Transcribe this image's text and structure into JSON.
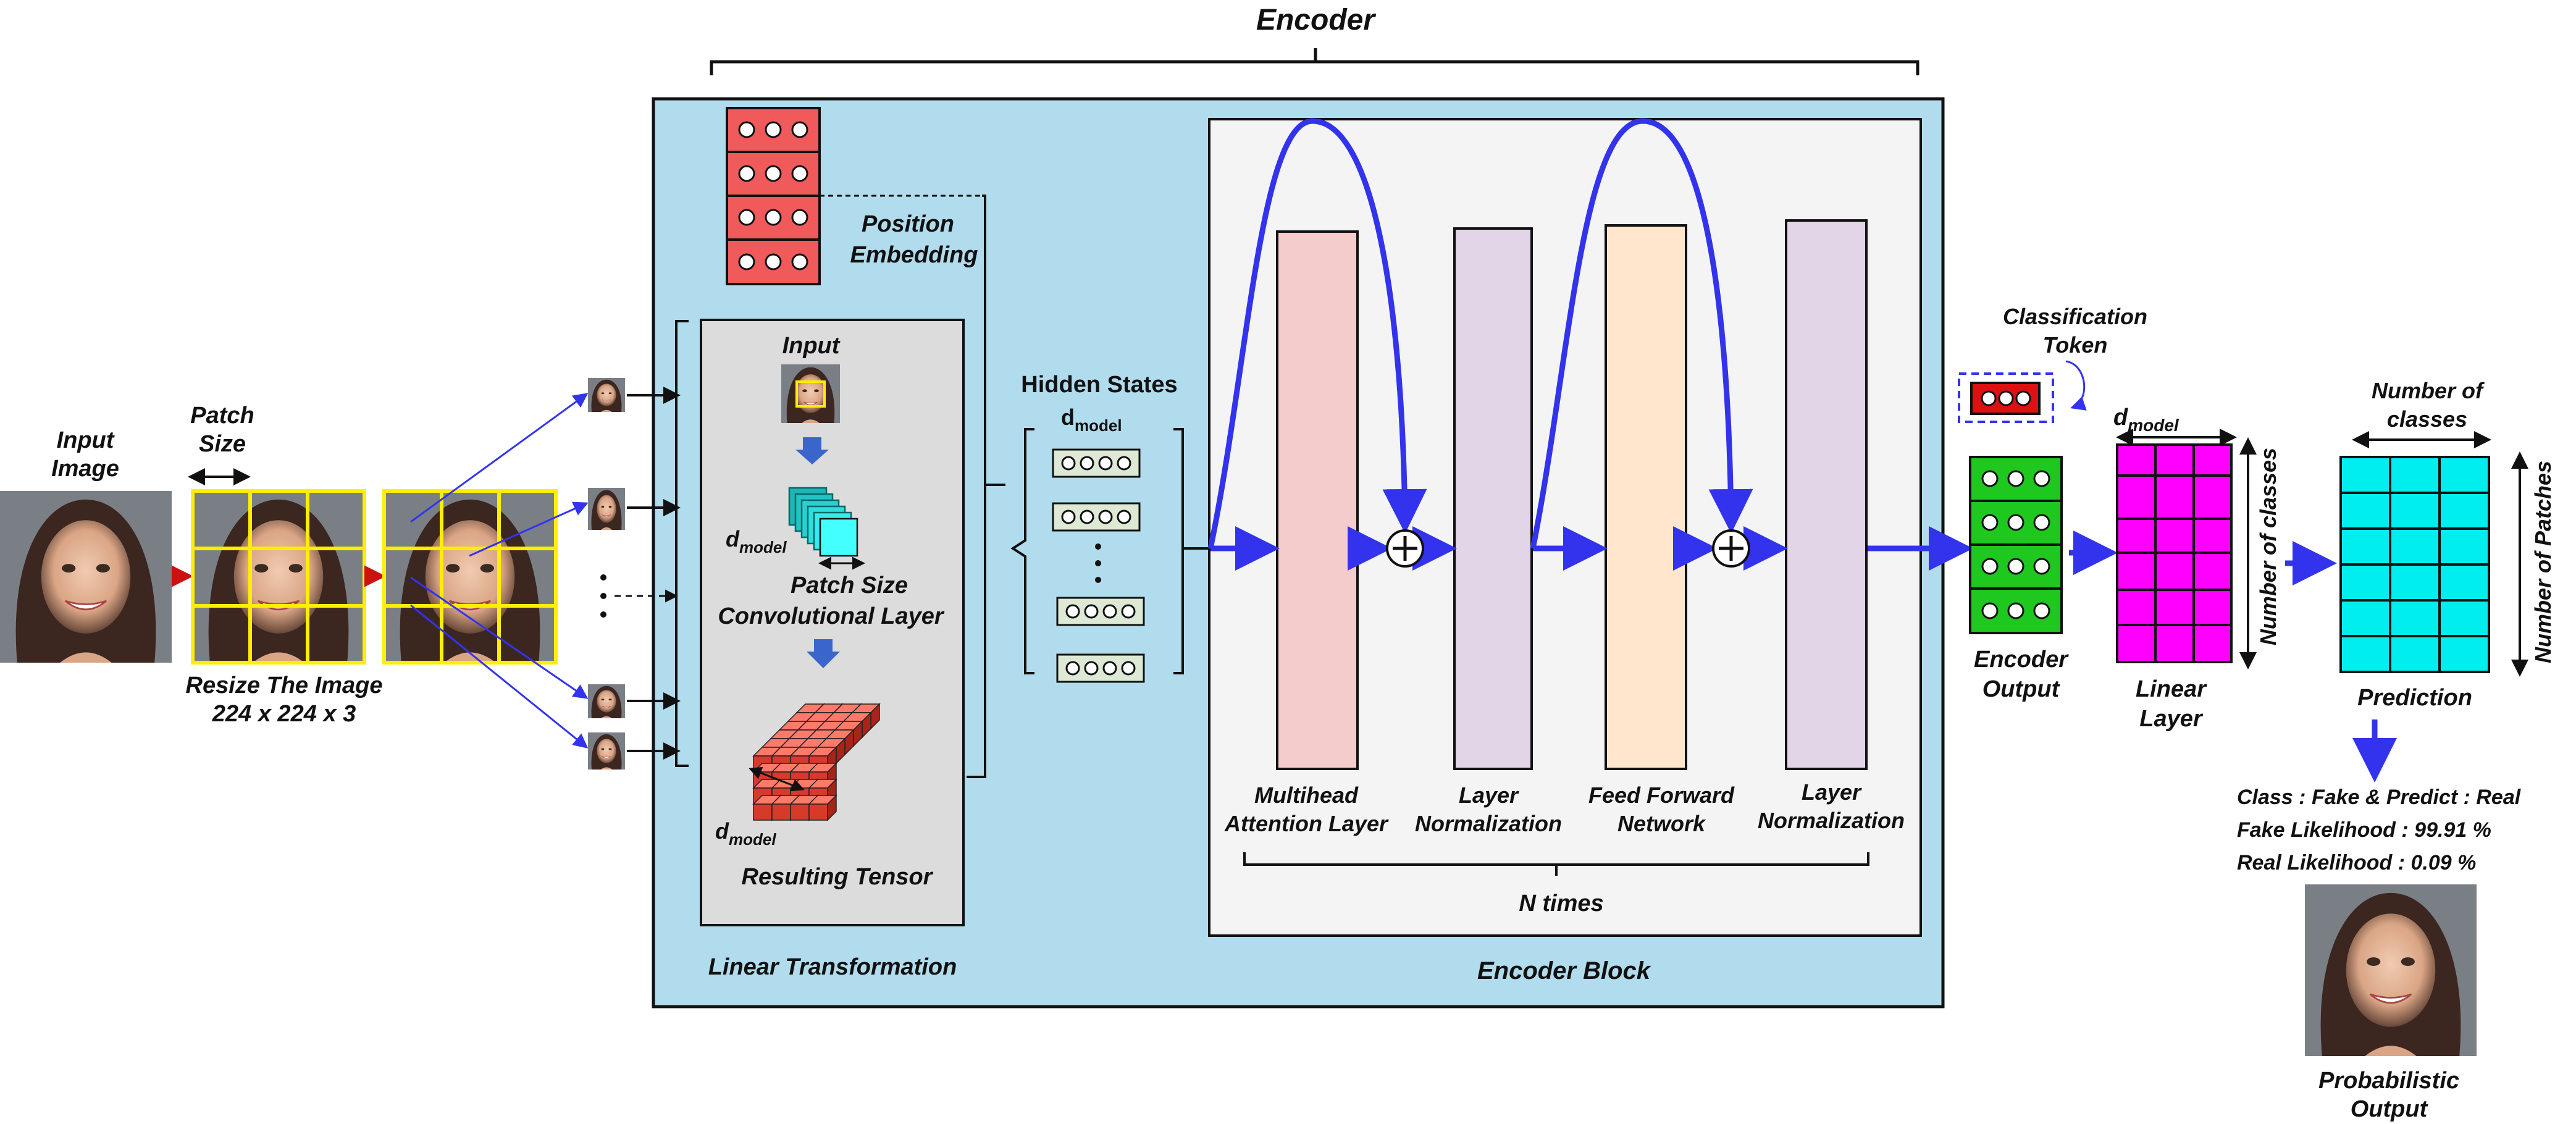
{
  "title": "Encoder",
  "input": {
    "label_line1": "Input",
    "label_line2": "Image"
  },
  "patch": {
    "label_line1": "Patch",
    "label_line2": "Size",
    "resize_line1": "Resize The Image",
    "resize_line2": "224 x 224 x 3"
  },
  "linear_transformation": {
    "label": "Linear Transformation",
    "input_label": "Input",
    "dmodel_base": "d",
    "dmodel_sub": "model",
    "conv_line1": "Patch Size",
    "conv_line2": "Convolutional Layer",
    "tensor_label": "Resulting Tensor"
  },
  "position_embedding": {
    "line1": "Position",
    "line2": "Embedding"
  },
  "hidden_states": {
    "label": "Hidden States",
    "dmodel_base": "d",
    "dmodel_sub": "model"
  },
  "encoder_block": {
    "label": "Encoder Block",
    "repeat_label": "N times",
    "layers": [
      {
        "line1": "Multihead",
        "line2": "Attention Layer",
        "color": "#f4cccc"
      },
      {
        "line1": "Layer",
        "line2": "Normalization",
        "color": "#e1d5e7"
      },
      {
        "line1": "Feed Forward",
        "line2": "Network",
        "color": "#ffe6cc"
      },
      {
        "line1": "Layer",
        "line2": "Normalization",
        "color": "#e1d5e7"
      }
    ]
  },
  "classification_token": {
    "line1": "Classification",
    "line2": "Token"
  },
  "encoder_output": {
    "line1": "Encoder",
    "line2": "Output"
  },
  "linear_layer": {
    "line1": "Linear",
    "line2": "Layer",
    "dmodel_base": "d",
    "dmodel_sub": "model",
    "side_label": "Number of classes"
  },
  "prediction": {
    "label": "Prediction",
    "top_line1": "Number of",
    "top_line2": "classes",
    "side_label": "Number of Patches"
  },
  "result": {
    "class_line": "Class : Fake & Predict : Real",
    "fake_line": "Fake Likelihood : 99.91 %",
    "real_line": "Real Likelihood : 0.09 %",
    "output_line1": "Probabilistic",
    "output_line2": "Output"
  },
  "colors": {
    "encoder_bg": "#b1dced",
    "arrow_blue": "#3333ee",
    "position_embedding": "#f05a5a",
    "encoder_output": "#1ec81e",
    "linear_layer": "#ff00ff",
    "prediction": "#00eeee",
    "class_token": "#dd1111"
  }
}
